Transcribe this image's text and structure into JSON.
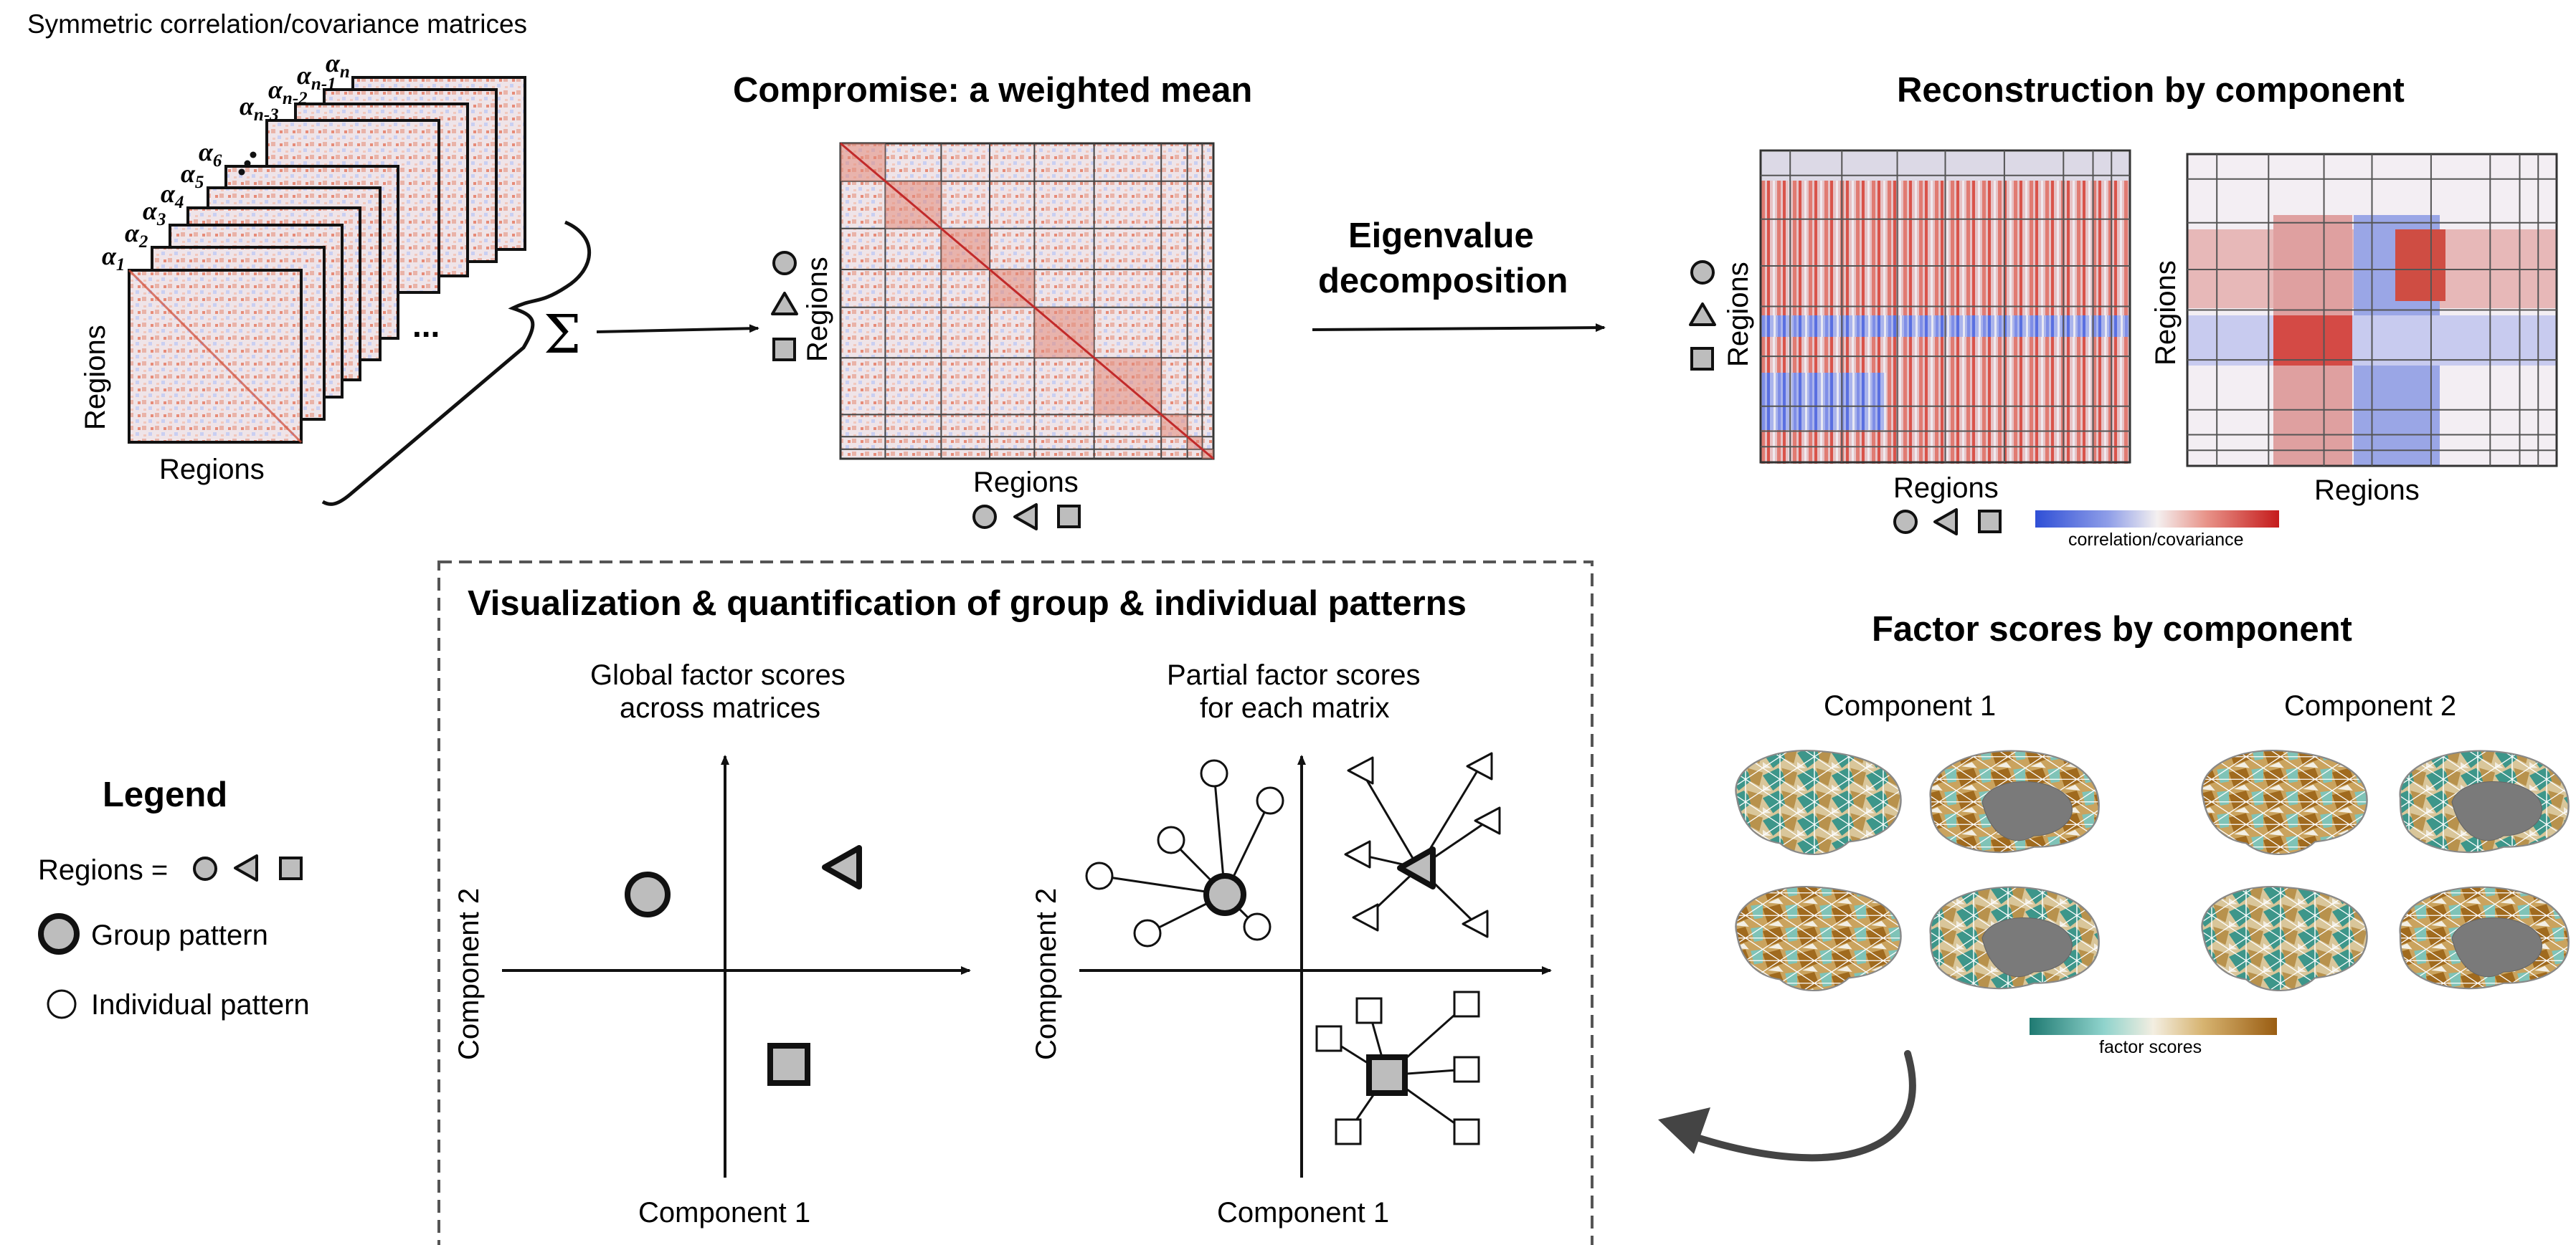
{
  "top_left": {
    "heading": "Symmetric correlation/covariance matrices",
    "alpha_labels": [
      "1",
      "2",
      "3",
      "4",
      "5",
      "6",
      "n-3",
      "n-2",
      "n-1",
      "n"
    ],
    "alpha_symbol": "α",
    "ylabel": "Regions",
    "xlabel": "Regions",
    "sum_symbol": "Σ",
    "dots": "..."
  },
  "compromise": {
    "title": "Compromise: a weighted mean",
    "ylabel": "Regions",
    "xlabel": "Regions"
  },
  "eigen": {
    "line1": "Eigenvalue",
    "line2": "decomposition"
  },
  "reconstruction": {
    "title": "Reconstruction by component",
    "ylabel_left": "Regions",
    "xlabel_left": "Regions",
    "ylabel_right": "Regions",
    "xlabel_right": "Regions",
    "colorbar_label": "correlation/covariance"
  },
  "viz": {
    "title": "Visualization & quantification of group & individual patterns",
    "global": {
      "line1": "Global factor scores",
      "line2": "across matrices",
      "xlabel": "Component 1",
      "ylabel": "Component 2"
    },
    "partial": {
      "line1": "Partial factor scores",
      "line2": "for each matrix",
      "xlabel": "Component 1",
      "ylabel": "Component 2"
    }
  },
  "legend": {
    "title": "Legend",
    "regions_label": "Regions =",
    "group_label": "Group pattern",
    "individual_label": "Individual pattern"
  },
  "factor_scores": {
    "title": "Factor scores by component",
    "component1": "Component 1",
    "component2": "Component 2",
    "colorbar_label": "factor scores"
  },
  "colors": {
    "matrix_red": "#d24a35",
    "matrix_blue": "#5b6fd8",
    "shape_fill": "#bdbdbd",
    "teal": "#2e8b80",
    "brown": "#a56e1e",
    "box_dash": "#555555"
  }
}
